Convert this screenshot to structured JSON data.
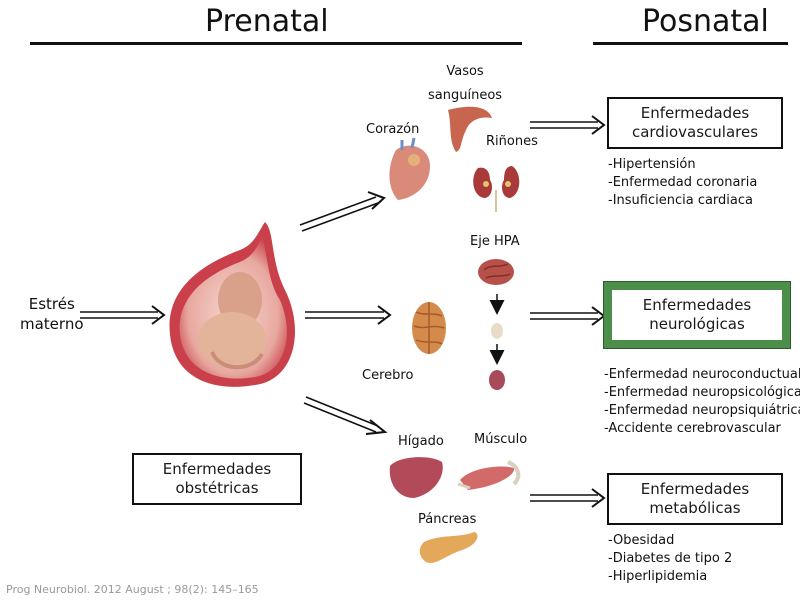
{
  "headers": {
    "prenatal": "Prenatal",
    "posnatal": "Posnatal"
  },
  "stressor": {
    "line1": "Estrés",
    "line2": "materno"
  },
  "organs": {
    "vasos": {
      "line1": "Vasos",
      "line2": "sanguíneos"
    },
    "corazon": "Corazón",
    "rinones": "Riñones",
    "eje_hpa": "Eje HPA",
    "cerebro": "Cerebro",
    "higado": "Hígado",
    "musculo": "Músculo",
    "pancreas": "Páncreas"
  },
  "outcomes": {
    "cardio": {
      "line1": "Enfermedades",
      "line2": "cardiovasculares",
      "items": [
        "-Hipertensión",
        "-Enfermedad coronaria",
        "-Insuficiencia cardiaca"
      ]
    },
    "neuro": {
      "line1": "Enfermedades",
      "line2": "neurológicas",
      "items": [
        "-Enfermedad neuroconductual",
        "-Enfermedad neuropsicológica",
        "-Enfermedad neuropsiquiátrica",
        "-Accidente cerebrovascular"
      ]
    },
    "metabolic": {
      "line1": "Enfermedades",
      "line2": "metabólicas",
      "items": [
        "-Obesidad",
        "-Diabetes de tipo 2",
        "-Hiperlipidemia"
      ]
    },
    "obstetric": {
      "line1": "Enfermedades",
      "line2": "obstétricas"
    }
  },
  "source": "Prog Neurobiol. 2012 August ; 98(2): 145–165",
  "colors": {
    "highlight_border": "#4d8f4a",
    "uterus": "#c9404a",
    "organ_red": "#c0504d"
  }
}
